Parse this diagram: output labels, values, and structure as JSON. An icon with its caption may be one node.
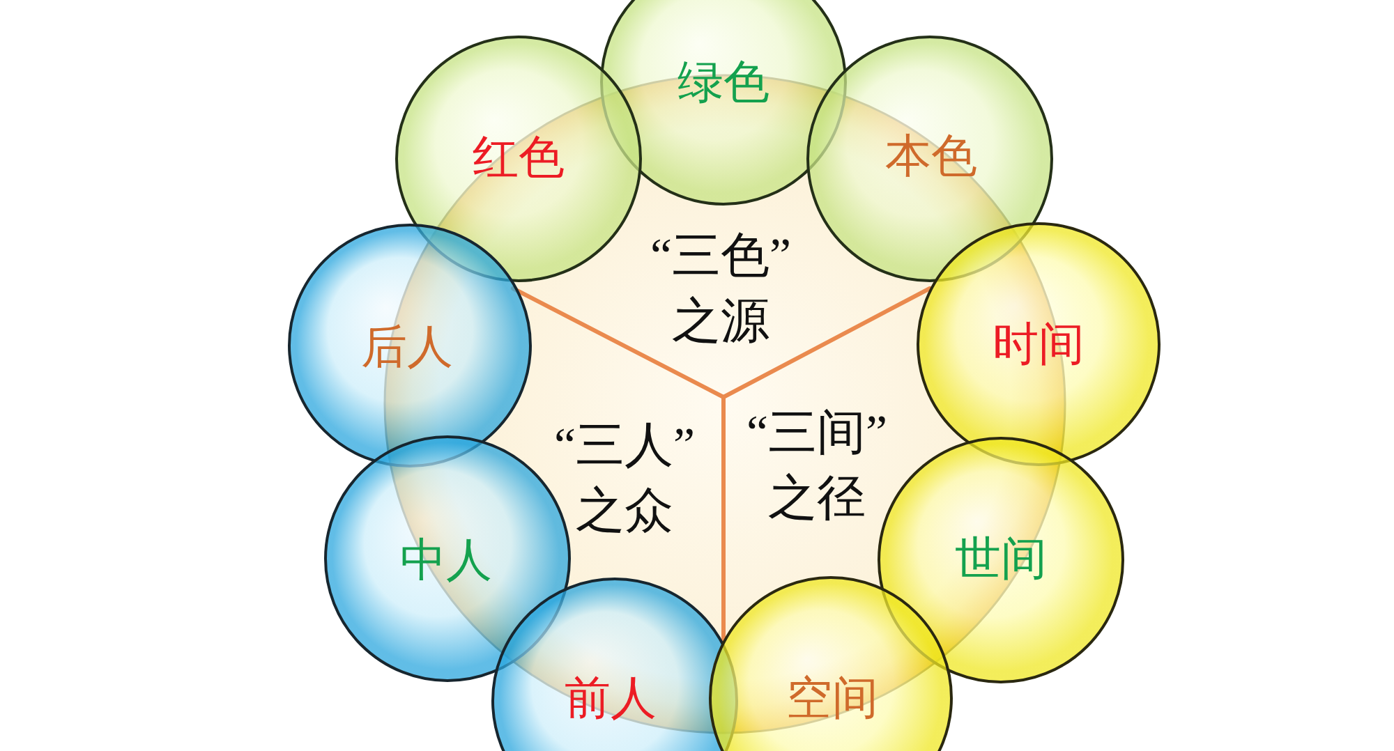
{
  "diagram": {
    "nodes": [
      {
        "text": [],
        "shape": "circle"
      },
      {
        "text": [
          "“三色”之源"
        ],
        "in": 0
      },
      {
        "text": [
          "“三人”之众"
        ],
        "in": 0
      },
      {
        "text": [
          "“三间”之径"
        ],
        "in": 0
      },
      {
        "text": [
          "绿色"
        ]
      },
      {
        "text": [
          "红色"
        ]
      },
      {
        "text": [
          "本色"
        ]
      },
      {
        "text": [
          "后人"
        ]
      },
      {
        "text": [
          "时间"
        ]
      },
      {
        "text": [
          "中人"
        ]
      },
      {
        "text": [
          "世间"
        ]
      },
      {
        "text": [
          "前人"
        ]
      },
      {
        "text": [
          "空间"
        ]
      }
    ]
  }
}
